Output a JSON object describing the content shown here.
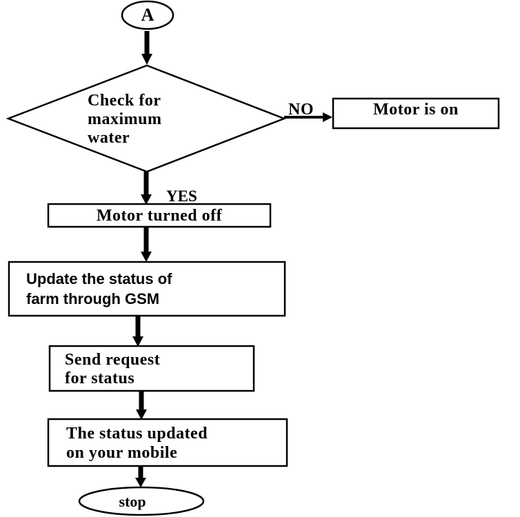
{
  "nodes": {
    "connector_a": "A",
    "decision": [
      "Check for",
      "maximum",
      "water"
    ],
    "motor_on": "Motor is on",
    "motor_off": "Motor turned off",
    "update_status": [
      "Update the status of",
      "farm through  GSM"
    ],
    "send_request": [
      "Send request",
      "for status"
    ],
    "status_updated": [
      "The status updated",
      "on your mobile"
    ],
    "stop": "stop"
  },
  "edges": {
    "no_label": "NO",
    "yes_label": "YES"
  }
}
